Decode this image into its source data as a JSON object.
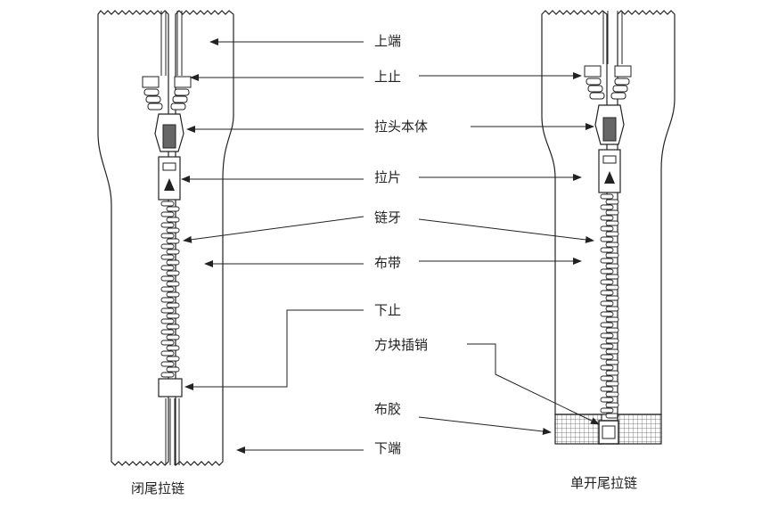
{
  "labels": {
    "top_end": "上端",
    "top_stop": "上止",
    "slider_body": "拉头本体",
    "puller": "拉片",
    "teeth": "链牙",
    "tape": "布带",
    "bottom_stop": "下止",
    "pin_box": "方块插销",
    "tape_film": "布胶",
    "bottom_end": "下端"
  },
  "captions": {
    "closed_end": "闭尾拉链",
    "open_end": "单开尾拉链"
  }
}
